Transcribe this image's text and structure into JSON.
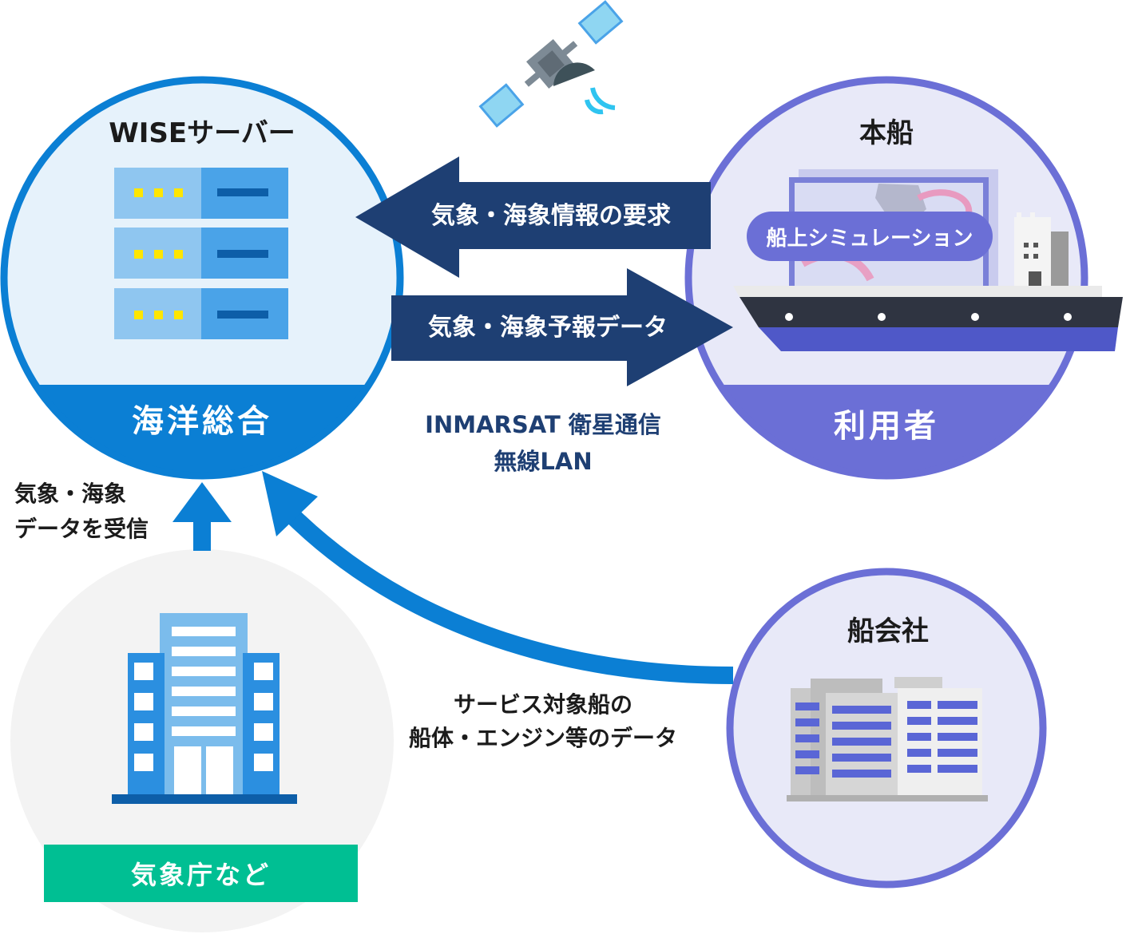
{
  "nodes": {
    "server": {
      "title": "WISEサーバー",
      "band": "海洋総合"
    },
    "ship": {
      "title": "本船",
      "badge": "船上シミュレーション",
      "band": "利用者"
    },
    "jma": {
      "band": "気象庁など"
    },
    "company": {
      "title": "船会社"
    }
  },
  "flows": {
    "request": "気象・海象情報の要求",
    "forecast": "気象・海象予報データ",
    "network_line1": "INMARSAT 衛星通信",
    "network_line2": "無線LAN",
    "receive_line1": "気象・海象",
    "receive_line2": "データを受信",
    "vessel_line1": "サービス対象船の",
    "vessel_line2": "船体・エンジン等のデータ"
  },
  "colors": {
    "server_blue": "#0b7fd4",
    "server_fill": "#e6f2fb",
    "user_purple": "#6b6fd6",
    "user_fill": "#e8e9f8",
    "arrow_navy": "#1e3f73",
    "green": "#00bf93",
    "gray_fill": "#f3f3f3"
  },
  "icons": [
    "satellite-icon",
    "server-rack-icon",
    "ship-icon",
    "office-building-icon",
    "company-building-icon"
  ]
}
